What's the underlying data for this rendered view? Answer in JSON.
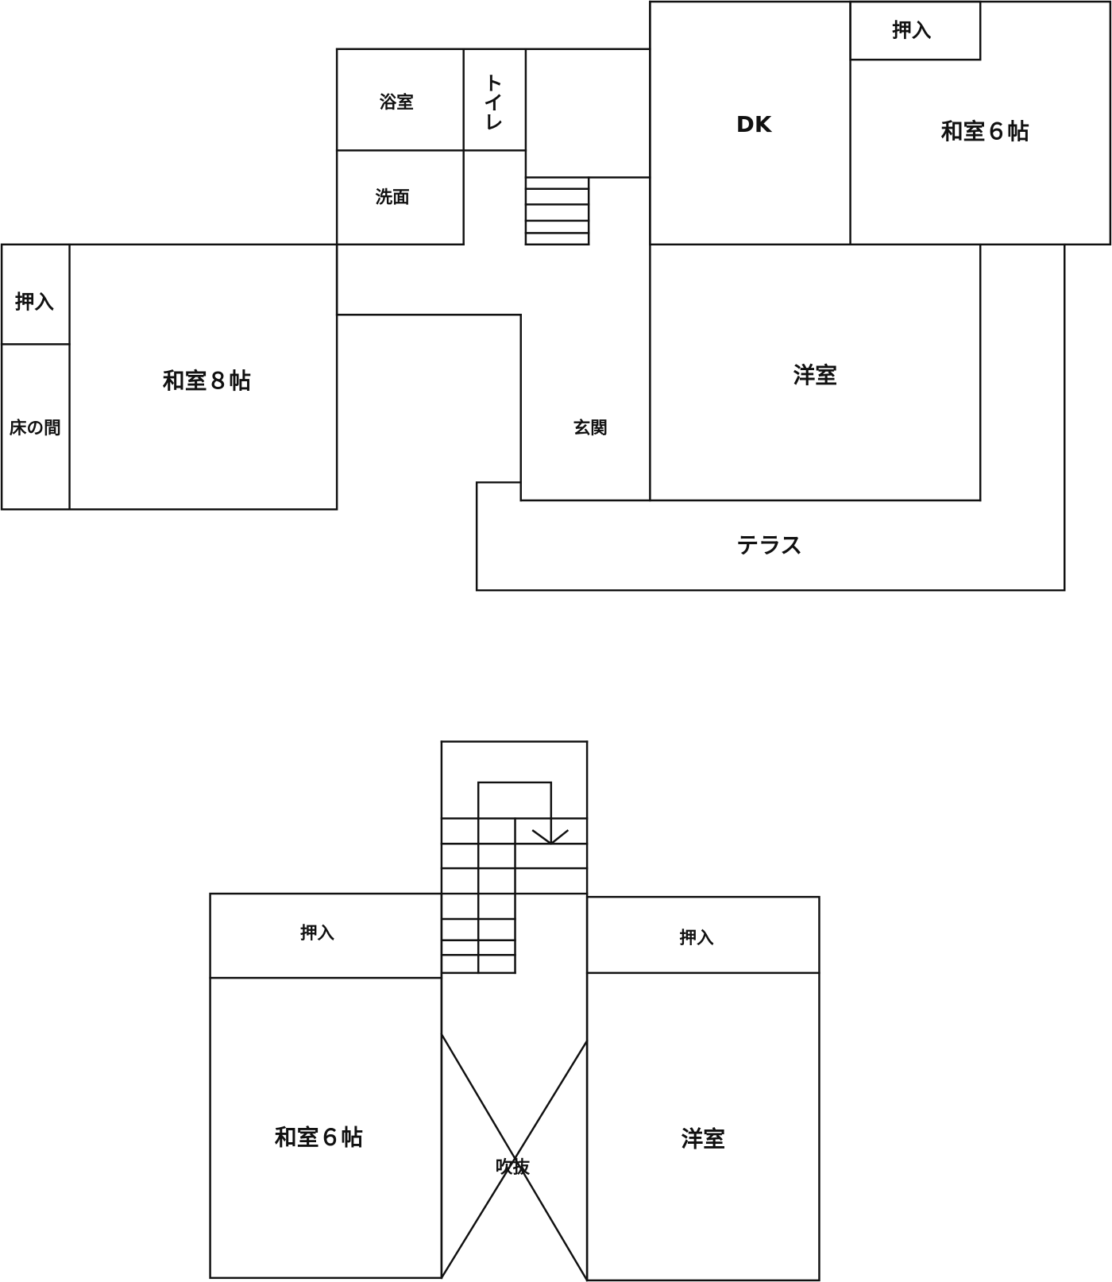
{
  "floor1": {
    "rooms": {
      "closet_top": "押入",
      "dk": "DK",
      "washitsu6": "和室６帖",
      "bath": "浴室",
      "toilet": "トイレ",
      "washroom": "洗面",
      "closet_left": "押入",
      "tokonoma": "床の間",
      "washitsu8": "和室８帖",
      "youshitsu": "洋室",
      "genkan": "玄関",
      "terrace": "テラス"
    }
  },
  "floor2": {
    "rooms": {
      "closet_left": "押入",
      "closet_right": "押入",
      "washitsu6": "和室６帖",
      "youshitsu": "洋室",
      "fukinuke": "吹抜"
    }
  }
}
